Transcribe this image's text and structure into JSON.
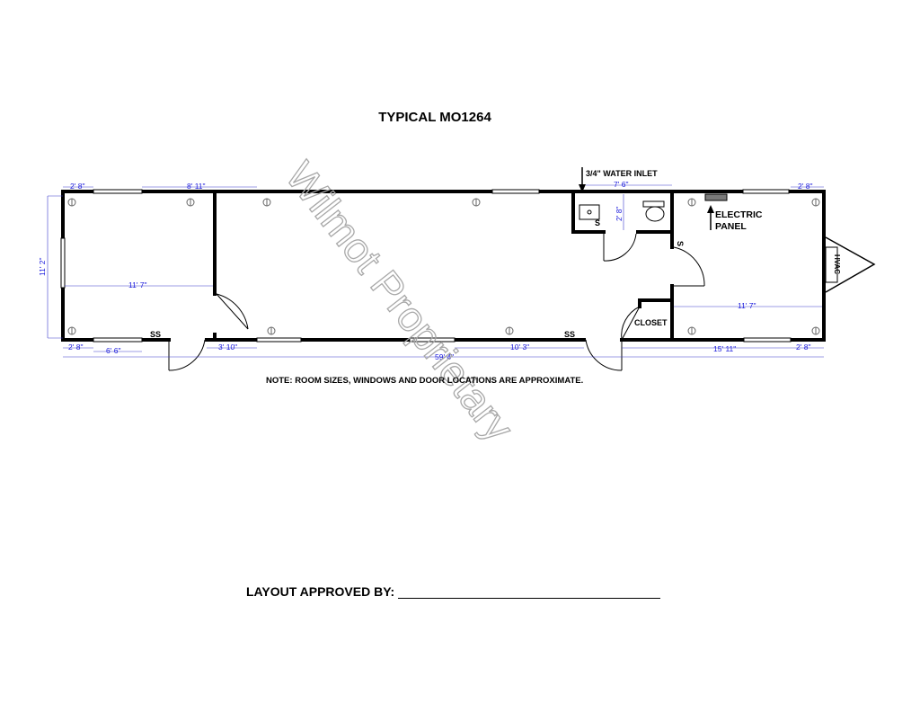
{
  "title": "TYPICAL MO1264",
  "note": "NOTE:  ROOM SIZES, WINDOWS AND DOOR LOCATIONS ARE APPROXIMATE.",
  "approval": {
    "label": "LAYOUT APPROVED BY:"
  },
  "watermark": "Wilmot Proprietary",
  "labels": {
    "water_inlet": "3/4\" WATER INLET",
    "electric_panel_1": "ELECTRIC",
    "electric_panel_2": "PANEL",
    "closet": "CLOSET",
    "hvac": "HVAC",
    "sink": "S",
    "shower": "S",
    "ss_left": "SS",
    "ss_right": "SS"
  },
  "dimensions": {
    "top_left_corner": "2' 8\"",
    "top_left_wall": "8' 11\"",
    "bathroom_width": "7' 6\"",
    "bathroom_depth": "2' 8\"",
    "top_right_corner": "2' 8\"",
    "left_height": "11' 2\"",
    "left_room_width": "11' 7\"",
    "right_room_width": "11' 7\"",
    "bottom_left_corner": "2' 8\"",
    "bottom_left_window": "6' 6\"",
    "bottom_door_gap": "3' 10\"",
    "bottom_middle": "10' 3\"",
    "bottom_right": "15' 11\"",
    "bottom_right_corner": "2' 8\"",
    "overall_length": "59' 4\""
  },
  "colors": {
    "wall": "#000000",
    "dimension_text": "#1a1adc",
    "dimension_line": "#3a3acc",
    "watermark": "#b3b3b3",
    "window": "#ffffff",
    "panel": "#7a7a7a"
  }
}
